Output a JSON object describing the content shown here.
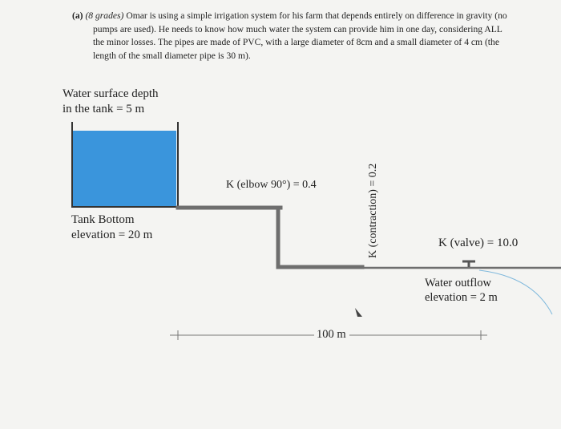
{
  "problem": {
    "label": "(a)",
    "grades": "(8 grades)",
    "text": "Omar is using a simple irrigation system for his farm that depends entirely on difference in gravity (no pumps are used). He needs to know how much water the system can provide him in one day, considering ALL the minor losses. The pipes are made of PVC, with a large diameter of 8cm and a small diameter of 4 cm (the length of the small diameter pipe is 30 m)."
  },
  "diagram": {
    "water_depth_line1": "Water surface depth",
    "water_depth_line2": "in the tank = 5 m",
    "tank_bottom_line1": "Tank Bottom",
    "tank_bottom_line2": "elevation = 20 m",
    "elbow_label": "K (elbow 90°) = 0.4",
    "contraction_label": "K (contraction) = 0.2",
    "valve_label": "K (valve) = 10.0",
    "outflow_line1": "Water outflow",
    "outflow_line2": "elevation = 2 m",
    "length_label": "100 m"
  },
  "colors": {
    "water": "#3a95dc",
    "pipe": "#6e6e6e",
    "tank_wall": "#333333"
  }
}
